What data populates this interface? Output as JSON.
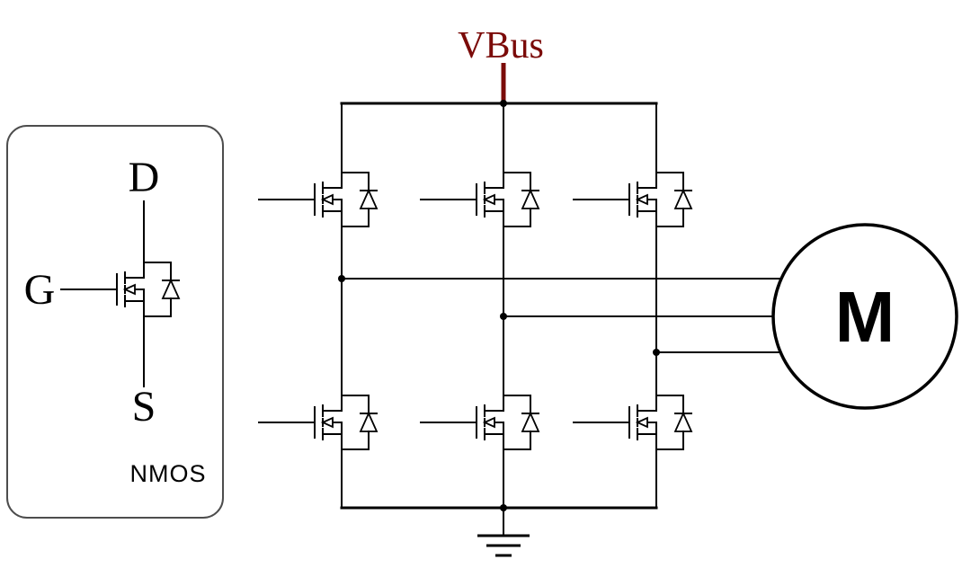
{
  "diagram": {
    "labels": {
      "vbus": "VBus",
      "drain": "D",
      "gate": "G",
      "source": "S",
      "legend_caption": "NMOS",
      "motor": "M"
    },
    "colors": {
      "wire": "#000000",
      "vbus_accent": "#7b0b09",
      "legend_border": "#4d4d4d",
      "background": "#ffffff"
    },
    "components": [
      {
        "id": "legend",
        "type": "symbol-key",
        "device": "NMOS",
        "pin_labels": [
          "D",
          "G",
          "S"
        ]
      },
      {
        "id": "vbus",
        "type": "power-rail",
        "label": "VBus"
      },
      {
        "id": "bridge",
        "type": "three-phase-mosfet-bridge",
        "high_side_transistors": 3,
        "low_side_transistors": 3
      },
      {
        "id": "motor",
        "type": "motor",
        "label": "M"
      },
      {
        "id": "ground",
        "type": "earth-ground"
      }
    ]
  }
}
